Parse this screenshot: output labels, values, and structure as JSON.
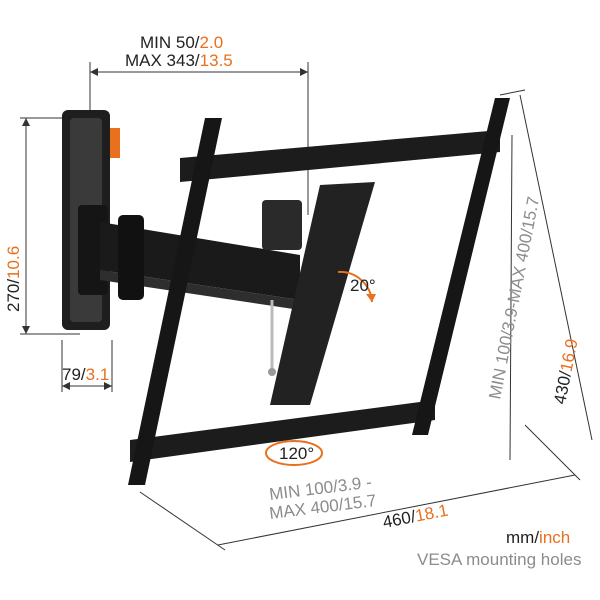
{
  "dims": {
    "depth": {
      "min_label": "MIN 50/",
      "min_inch": "2.0",
      "max_label": "MAX 343/",
      "max_inch": "13.5"
    },
    "height": {
      "mm": "270/",
      "inch": "10.6"
    },
    "plate_width": {
      "mm": "79/",
      "inch": "3.1"
    },
    "width": {
      "mm": "460/",
      "inch": "18.1"
    },
    "total_height": {
      "mm": "430/",
      "inch": "16.9"
    },
    "vesa_vertical": {
      "text": "MIN 100/3.9-MAX 400/15.7"
    },
    "vesa_horizontal": {
      "line1": "MIN 100/3.9 -",
      "line2": "MAX 400/15.7"
    }
  },
  "rotation": {
    "tilt": "20°",
    "swivel": "120°"
  },
  "legend": {
    "units_mm": "mm/",
    "units_inch": "inch",
    "caption": "VESA mounting holes"
  },
  "colors": {
    "accent": "#e8701e",
    "metal": "#1e1e1e",
    "text": "#222222",
    "muted": "#8c8c8c"
  }
}
